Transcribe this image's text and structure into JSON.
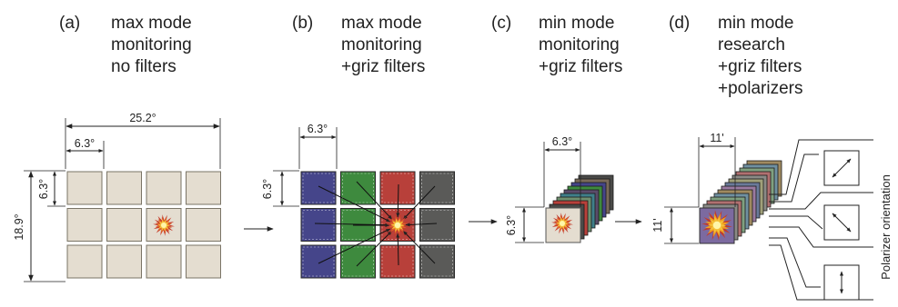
{
  "panels": [
    {
      "letter": "(a)",
      "lines": [
        "max mode",
        "monitoring",
        "no filters"
      ]
    },
    {
      "letter": "(b)",
      "lines": [
        "max mode",
        "monitoring",
        "+griz filters"
      ]
    },
    {
      "letter": "(c)",
      "lines": [
        "min mode",
        "monitoring",
        "+griz filters"
      ]
    },
    {
      "letter": "(d)",
      "lines": [
        "min mode",
        "research",
        "+griz filters",
        "+polarizers"
      ]
    }
  ],
  "dimensions": {
    "a_total_width": "25.2°",
    "a_tile_width": "6.3°",
    "a_tile_height": "6.3°",
    "a_total_height": "18.9°",
    "b_tile_width": "6.3°",
    "b_tile_height": "6.3°",
    "c_tile_width": "6.3°",
    "c_tile_height": "6.3°",
    "d_tile_width": "11'",
    "d_tile_height": "11'"
  },
  "polarizer_label": "Polarizer orientation",
  "colors": {
    "tile_fill": "#e4ddd0",
    "tile_stroke": "#7a7466",
    "filter_g": "#45458a",
    "filter_r": "#3e8a3e",
    "filter_i": "#b8403a",
    "filter_z": "#5a5a58",
    "burst_outer": "#c23a2a",
    "burst_inner": "#f4c23a",
    "burst_core": "#fff6a8"
  },
  "icons": [
    "burst-icon",
    "arrow-right-icon",
    "polarizer-arrow-icon"
  ]
}
